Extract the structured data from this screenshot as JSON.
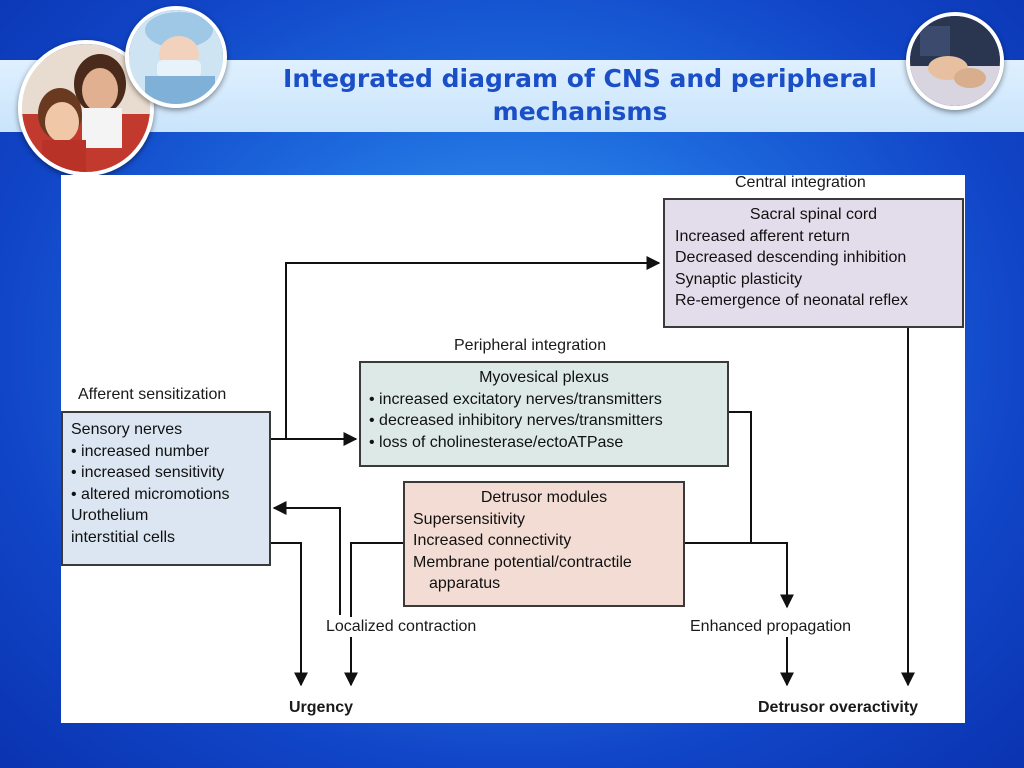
{
  "slide": {
    "title_line1": "Integrated diagram of CNS and peripheral",
    "title_line2": "mechanisms"
  },
  "decor": {
    "photos": [
      "doctor-child-photo",
      "surgeon-photo",
      "hands-photo"
    ]
  },
  "diagram": {
    "central": {
      "section_label": "Central integration",
      "heading": "Sacral spinal cord",
      "items": [
        "Increased afferent return",
        "Decreased descending inhibition",
        "Synaptic plasticity",
        "Re-emergence of neonatal reflex"
      ]
    },
    "peripheral": {
      "section_label": "Peripheral integration",
      "heading": "Myovesical plexus",
      "items": [
        "• increased excitatory nerves/transmitters",
        "• decreased inhibitory nerves/transmitters",
        "• loss of cholinesterase/ectoATPase"
      ]
    },
    "afferent": {
      "section_label": "Afferent sensitization",
      "heading": "Sensory nerves",
      "items": [
        "• increased number",
        "• increased sensitivity",
        "• altered micromotions",
        "Urothelium",
        "interstitial cells"
      ]
    },
    "detrusor": {
      "heading": "Detrusor modules",
      "items": [
        "Supersensitivity",
        "Increased connectivity",
        "Membrane potential/contractile",
        "apparatus"
      ]
    },
    "labels": {
      "localized_contraction": "Localized contraction",
      "enhanced_propagation": "Enhanced propagation",
      "urgency": "Urgency",
      "detrusor_overactivity": "Detrusor overactivity"
    },
    "colors": {
      "central_fill": "#e3dcea",
      "peripheral_fill": "#dce9e6",
      "afferent_fill": "#dbe6f2",
      "detrusor_fill": "#f3dcd4"
    }
  }
}
